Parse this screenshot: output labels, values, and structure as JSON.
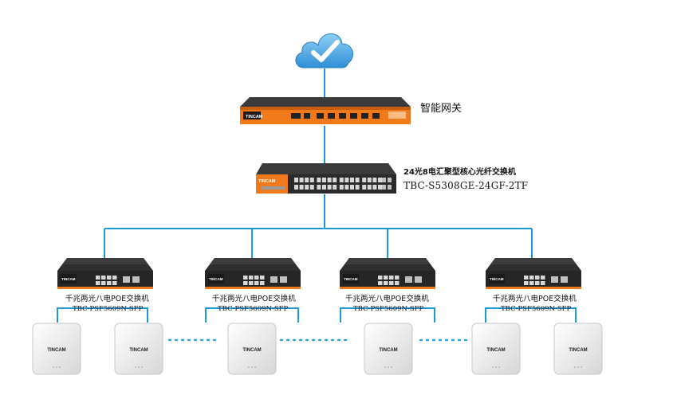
{
  "gateway": {
    "label": "智能网关",
    "brand": "TINCAM"
  },
  "core_switch": {
    "title": "24光8电汇聚型核心光纤交换机",
    "model": "TBC-S5308GE-24GF-2TF",
    "brand": "TINCAM"
  },
  "access_switches": [
    {
      "title": "千兆两光八电POE交换机",
      "model": "TBC-PSF5609N-SFP",
      "brand": "TINCAM"
    },
    {
      "title": "千兆两光八电POE交换机",
      "model": "TBC-PSF5609N-SFP",
      "brand": "TINCAM"
    },
    {
      "title": "千兆两光八电POE交换机",
      "model": "TBC-PSF5609N-SFP",
      "brand": "TINCAM"
    },
    {
      "title": "千兆两光八电POE交换机",
      "model": "TBC-PSF5609N-SFP",
      "brand": "TINCAM"
    }
  ],
  "access_points": [
    {
      "brand": "TINCAM"
    },
    {
      "brand": "TINCAM"
    },
    {
      "brand": "TINCAM"
    },
    {
      "brand": "TINCAM"
    },
    {
      "brand": "TINCAM"
    },
    {
      "brand": "TINCAM"
    }
  ],
  "colors": {
    "link": "#1a9ad6",
    "switch_body": "#2a2a2a",
    "accent": "#f07a1a",
    "cloud": "#4aa3df"
  },
  "icons": {
    "cloud": "cloud-icon",
    "check": "checkmark-icon"
  }
}
